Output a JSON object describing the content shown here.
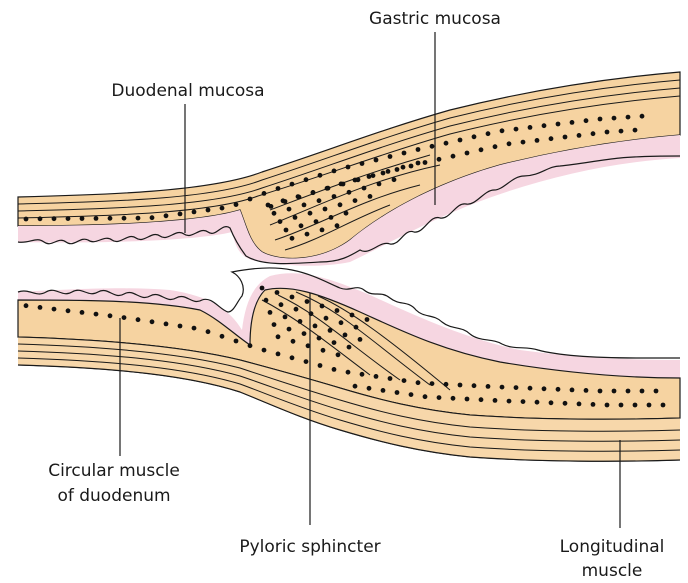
{
  "labels": {
    "gastric_mucosa": "Gastric mucosa",
    "duodenal_mucosa": "Duodenal mucosa",
    "circular_muscle_line1": "Circular muscle",
    "circular_muscle_line2": "of duodenum",
    "pyloric_sphincter": "Pyloric sphincter",
    "longitudinal_line1": "Longitudinal",
    "longitudinal_line2": "muscle"
  },
  "colors": {
    "muscle": "#f6d3a1",
    "mucosa": "#f6d6e1",
    "outline": "#1a1a1a",
    "dot": "#111111"
  }
}
